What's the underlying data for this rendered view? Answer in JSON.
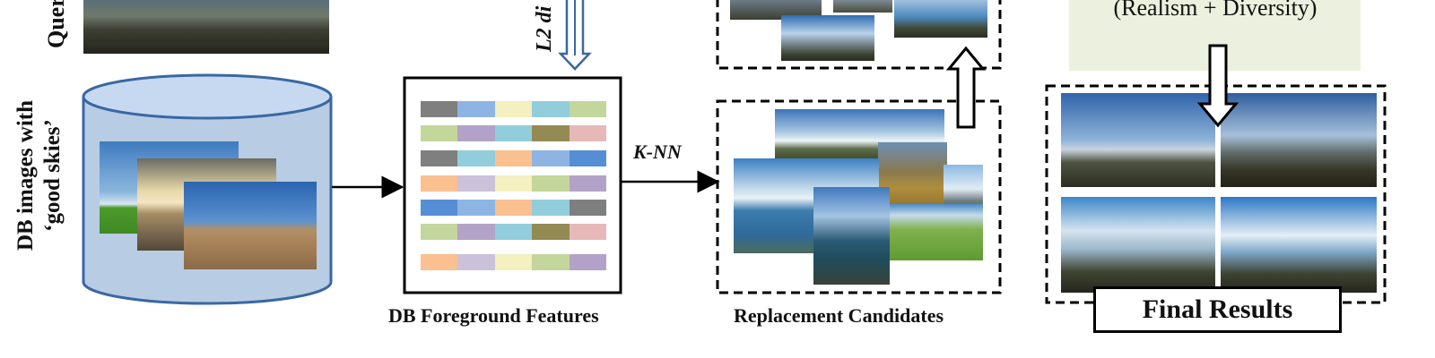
{
  "labels": {
    "query_rotated": "Quer",
    "l2_rotated": "L2 di",
    "db_images_line1": "DB images with",
    "db_images_line2": "‘good skies’",
    "knn": "K-NN",
    "db_features": "DB Foreground Features",
    "replacement": "Replacement Candidates",
    "realism_diversity": "(Realism + Diversity)",
    "final_results": "Final Results"
  },
  "feature_grid": {
    "colors": [
      "#7f7f7f",
      "#8eb4e3",
      "#f4f0bf",
      "#92cddc",
      "#c3d69b",
      "#c4d79b",
      "#b3a2c7",
      "#92cddc",
      "#948a54",
      "#e6b9b8",
      "#7f7f7f",
      "#92cddc",
      "#fac090",
      "#8eb4e3",
      "#558ed5",
      "#fac090",
      "#ccc1da",
      "#f4f0bf",
      "#c3d69b",
      "#b3a2c7",
      "#558ed5",
      "#8eb4e3",
      "#fac090",
      "#92cddc",
      "#7f7f7f",
      "#c3d69b",
      "#b3a2c7",
      "#92cddc",
      "#948a54",
      "#e6b9b8",
      "#fac090",
      "#ccc1da",
      "#f4f0bf",
      "#c3d69b",
      "#b3a2c7"
    ]
  },
  "colors": {
    "cylinder_fill": "#b8cce4",
    "cylinder_top": "#c6d9f1",
    "cylinder_stroke": "#3a67a4",
    "panel_green": "#ebf1de",
    "hollow_arrow": "#3a67a4"
  }
}
